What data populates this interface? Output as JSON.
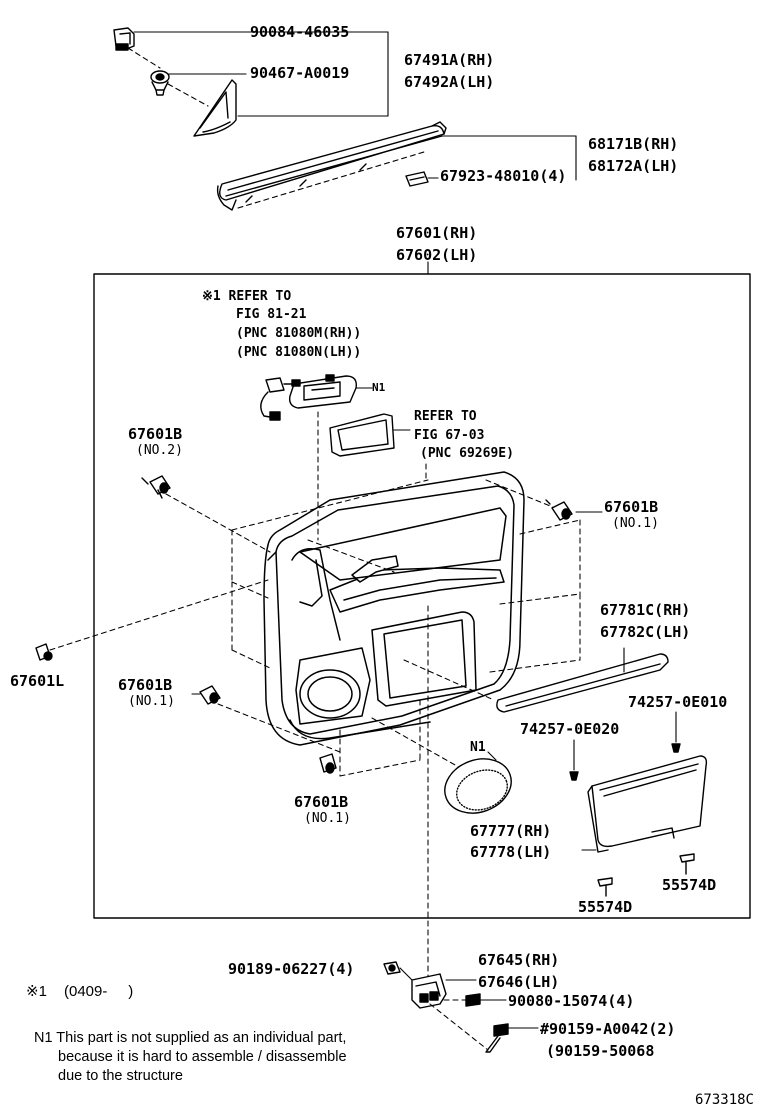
{
  "parts": {
    "p90084": "90084-46035",
    "p90467": "90467-A0019",
    "p67491": "67491A(RH)",
    "p67492": "67492A(LH)",
    "p68171": "68171B(RH)",
    "p68172": "68172A(LH)",
    "p67923": "67923-48010(4)",
    "p67601": "67601(RH)",
    "p67602": "67602(LH)",
    "p67601b_no2": "67601B",
    "no2": "(NO.2)",
    "p67601b_right": "67601B",
    "no1_right": "(NO.1)",
    "p67601l": "67601L",
    "p67601b_left": "67601B",
    "no1_left": "(NO.1)",
    "p67601b_bottom": "67601B",
    "no1_bottom": "(NO.1)",
    "p67781": "67781C(RH)",
    "p67782": "67782C(LH)",
    "p74257_e010": "74257-0E010",
    "p74257_e020": "74257-0E020",
    "n1_marker": "N1",
    "n1_switch": "N1",
    "p67777": "67777(RH)",
    "p67778": "67778(LH)",
    "p55574_right": "55574D",
    "p55574_bottom": "55574D",
    "p90189": "90189-06227(4)",
    "p67645": "67645(RH)",
    "p67646": "67646(LH)",
    "p90080": "90080-15074(4)",
    "p90159a": "#90159-A0042(2)",
    "p90159b": "(90159-50068"
  },
  "refs": {
    "ref1_line1": "※1 REFER TO",
    "ref1_line2": "FIG 81-21",
    "ref1_line3": "(PNC 81080M(RH))",
    "ref1_line4": "(PNC 81080N(LH))",
    "ref2_line1": "REFER TO",
    "ref2_line2": "FIG 67-03",
    "ref2_line3": "(PNC 69269E)"
  },
  "footnotes": {
    "mark": "※1",
    "date_range": "(0409-     )",
    "n1_line1": "N1 This part is not supplied as an individual part,",
    "n1_line2": "because it is hard to assemble / disassemble",
    "n1_line3": "due to the structure"
  },
  "figure_code": "673318C"
}
